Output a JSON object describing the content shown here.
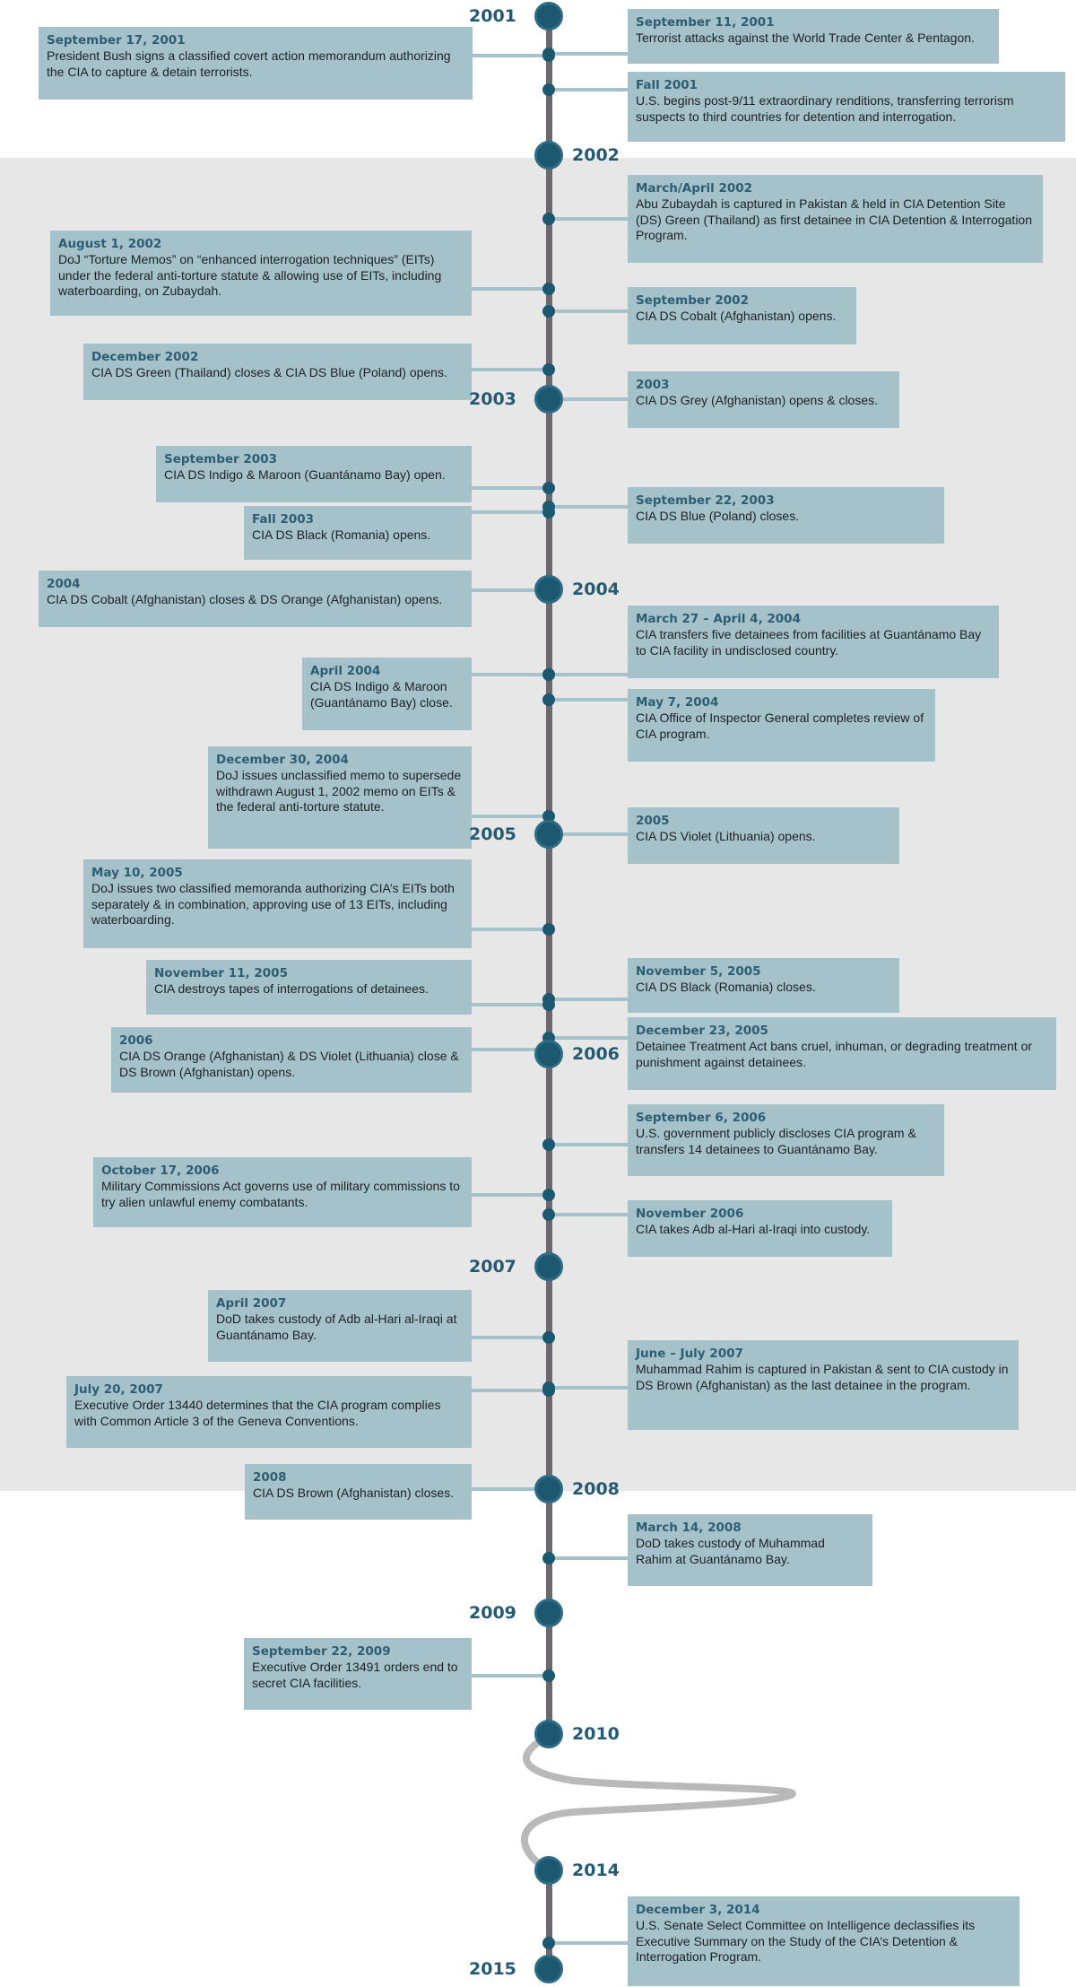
{
  "colors": {
    "band": "#e7e7e7",
    "axis": "#6d6870",
    "box": "#a5c2ca",
    "node": "#1c5870",
    "date_text": "#2d5d73",
    "body_text": "#1c2124",
    "break_line": "#b9b9b9"
  },
  "years": [
    "2001",
    "2002",
    "2003",
    "2004",
    "2005",
    "2006",
    "2007",
    "2008",
    "2009",
    "2010",
    "2014",
    "2015"
  ],
  "events": [
    {
      "date": "September 17, 2001",
      "text": "President Bush signs a classified covert action memorandum authorizing the CIA to capture & detain terrorists."
    },
    {
      "date": "September 11, 2001",
      "text": "Terrorist attacks against the World Trade Center & Pentagon."
    },
    {
      "date": "Fall 2001",
      "text": "U.S. begins post-9/11 extraordinary renditions, transferring terrorism suspects to third countries for detention and interrogation."
    },
    {
      "date": "March/April 2002",
      "text": "Abu Zubaydah is captured in Pakistan & held in CIA Detention Site (DS) Green (Thailand) as first detainee in CIA Detention & Interrogation Program."
    },
    {
      "date": "August 1, 2002",
      "text": "DoJ “Torture Memos” on “enhanced interrogation techniques” (EITs) under the federal anti-torture statute & allowing use of EITs, including waterboarding, on Zubaydah."
    },
    {
      "date": "September 2002",
      "text": "CIA DS Cobalt (Afghanistan) opens."
    },
    {
      "date": "December 2002",
      "text": "CIA DS Green (Thailand) closes & CIA DS Blue (Poland) opens."
    },
    {
      "date": "2003",
      "text": "CIA DS Grey (Afghanistan) opens & closes."
    },
    {
      "date": "September 2003",
      "text": "CIA DS Indigo & Maroon (Guantánamo Bay) open."
    },
    {
      "date": "Fall 2003",
      "text": "CIA DS Black (Romania) opens."
    },
    {
      "date": "September 22, 2003",
      "text": "CIA DS Blue (Poland) closes."
    },
    {
      "date": "2004",
      "text": "CIA DS Cobalt (Afghanistan) closes & DS Orange (Afghanistan) opens."
    },
    {
      "date": "March 27 – April 4, 2004",
      "text": "CIA transfers five detainees from facilities at Guantánamo Bay to CIA facility in undisclosed country."
    },
    {
      "date": "April 2004",
      "text": "CIA DS Indigo & Maroon (Guantánamo Bay) close."
    },
    {
      "date": "May 7, 2004",
      "text": "CIA Office of Inspector General completes review of CIA program."
    },
    {
      "date": "December 30, 2004",
      "text": "DoJ issues unclassified memo to supersede withdrawn August 1, 2002 memo on EITs & the federal anti-torture statute."
    },
    {
      "date": "2005",
      "text": "CIA DS Violet (Lithuania) opens."
    },
    {
      "date": "May 10, 2005",
      "text": "DoJ issues two classified memoranda authorizing CIA’s EITs both separately & in combination, approving use of 13 EITs, including waterboarding."
    },
    {
      "date": "November 11, 2005",
      "text": "CIA destroys tapes of interrogations of detainees."
    },
    {
      "date": "November 5, 2005",
      "text": "CIA DS Black (Romania) closes."
    },
    {
      "date": "2006",
      "text": "CIA DS Orange (Afghanistan) & DS Violet (Lithuania) close & DS Brown (Afghanistan) opens."
    },
    {
      "date": "December 23, 2005",
      "text": "Detainee Treatment Act bans cruel, inhuman, or degrading treatment or punishment against detainees."
    },
    {
      "date": "September 6, 2006",
      "text": "U.S. government publicly discloses CIA program & transfers 14 detainees to Guantánamo Bay."
    },
    {
      "date": "October 17, 2006",
      "text": "Military Commissions Act governs use of military commissions to try alien unlawful enemy combatants."
    },
    {
      "date": "November 2006",
      "text": "CIA takes Adb al-Hari al-Iraqi into custody."
    },
    {
      "date": "April 2007",
      "text": "DoD takes custody of Adb al-Hari al-Iraqi at Guantánamo Bay."
    },
    {
      "date": "June – July 2007",
      "text": "Muhammad Rahim is captured in Pakistan & sent to CIA custody in DS Brown (Afghanistan) as the last detainee in the program."
    },
    {
      "date": "July 20, 2007",
      "text": "Executive Order 13440 determines that the CIA program complies with Common Article 3 of the Geneva Conventions."
    },
    {
      "date": "2008",
      "text": "CIA DS Brown (Afghanistan) closes."
    },
    {
      "date": "March 14, 2008",
      "text": "DoD takes custody of Muhammad Rahim at Guantánamo Bay."
    },
    {
      "date": "September 22, 2009",
      "text": "Executive Order 13491 orders end to secret CIA facilities."
    },
    {
      "date": "December 3, 2014",
      "text": "U.S. Senate Select Committee on Intelligence declassifies its Executive Summary on the Study of the CIA’s Detention & Interrogation Program."
    }
  ]
}
